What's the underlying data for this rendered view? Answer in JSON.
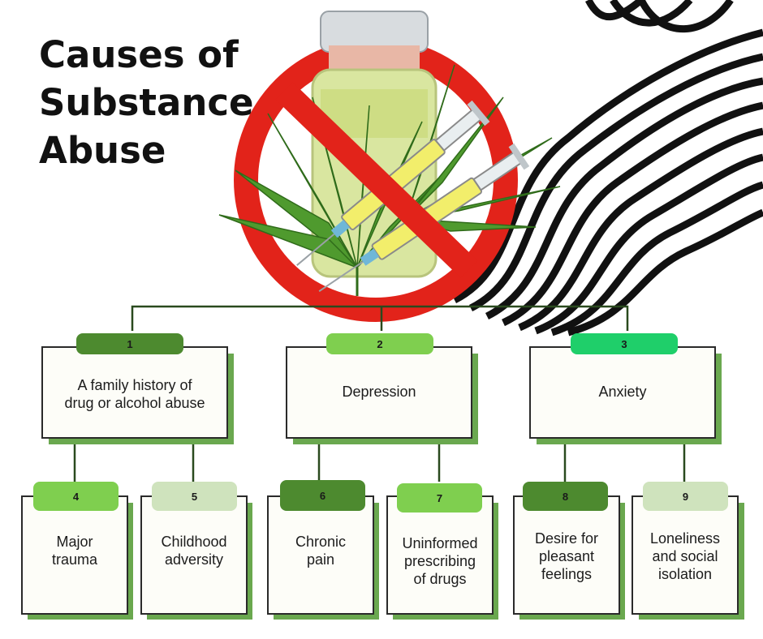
{
  "title": {
    "line1": "Causes of",
    "line2": "Substance",
    "line3": "Abuse"
  },
  "colors": {
    "dark_green": "#4d8a2f",
    "mid_green": "#7fcf4f",
    "bright_green": "#1fcf6a",
    "pale_green": "#cfe3bd",
    "ban_red": "#e2231a"
  },
  "icons": [
    "no-drugs-sign-icon",
    "cannabis-leaf-icon",
    "syringe-icon",
    "vial-icon",
    "wave-stripes-decoration"
  ],
  "causes": [
    {
      "num": "1",
      "label": "A family history of drug or alcohol abuse",
      "line1": "A family history of",
      "line2": "drug or alcohol abuse"
    },
    {
      "num": "2",
      "label": "Depression"
    },
    {
      "num": "3",
      "label": "Anxiety"
    }
  ],
  "subcauses": [
    {
      "num": "4",
      "line1": "Major",
      "line2": "trauma"
    },
    {
      "num": "5",
      "line1": "Childhood",
      "line2": "adversity"
    },
    {
      "num": "6",
      "line1": "Chronic",
      "line2": "pain"
    },
    {
      "num": "7",
      "line1": "Uninformed",
      "line2": "prescribing",
      "line3": "of drugs"
    },
    {
      "num": "8",
      "line1": "Desire for",
      "line2": "pleasant",
      "line3": "feelings"
    },
    {
      "num": "9",
      "line1": "Loneliness",
      "line2": "and social",
      "line3": "isolation"
    }
  ]
}
